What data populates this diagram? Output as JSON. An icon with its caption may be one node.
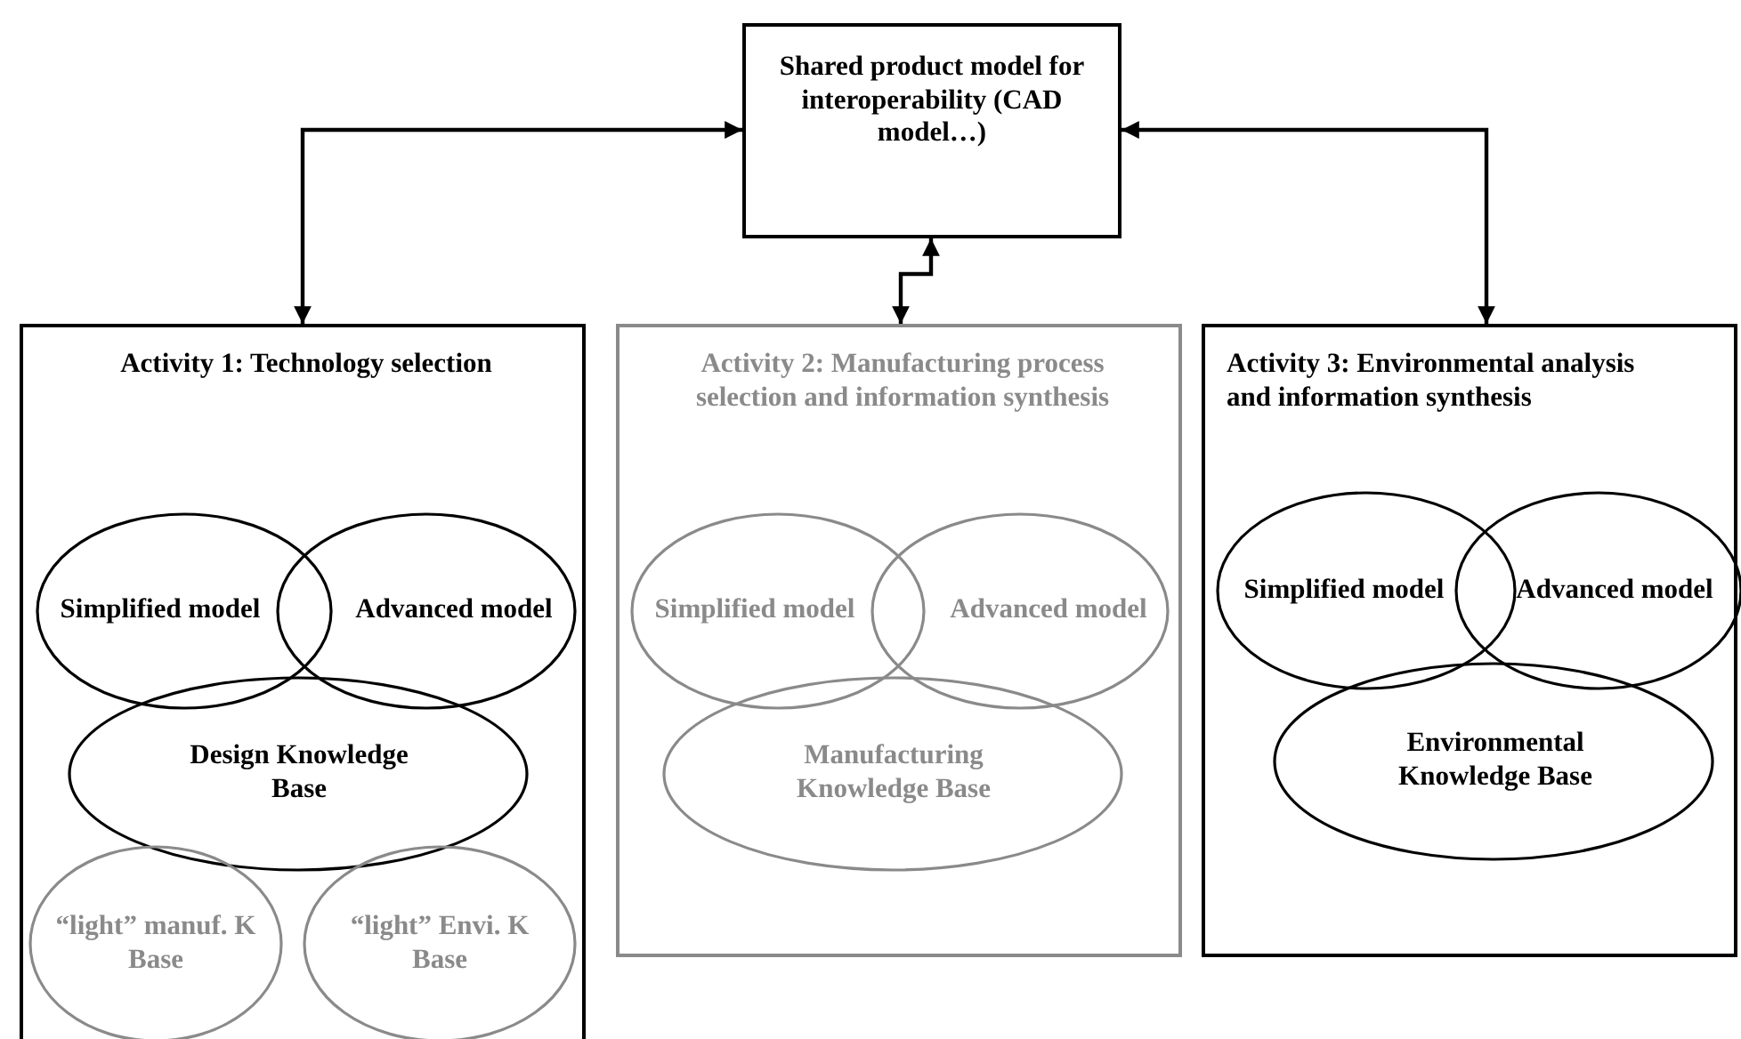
{
  "diagram": {
    "nodes": [
      {
        "text": [
          "Shared product model for interoperability (CAD model…)"
        ]
      },
      {
        "text": [
          "Activity 1: Technology selection"
        ]
      },
      {
        "text": [
          "Simplified model"
        ],
        "in": 1
      },
      {
        "text": [
          "Advanced model"
        ],
        "in": 1
      },
      {
        "text": [
          "Design Knowledge Base"
        ],
        "in": 1
      },
      {
        "text": [
          "“light” manuf. K Base"
        ],
        "in": 1
      },
      {
        "text": [
          "“light” Envi. K Base"
        ],
        "in": 1
      },
      {
        "text": [
          "Activity 2: Manufacturing process selection and information synthesis"
        ]
      },
      {
        "text": [
          "Simplified model"
        ],
        "in": 7
      },
      {
        "text": [
          "Advanced model"
        ],
        "in": 7
      },
      {
        "text": [
          "Manufacturing Knowledge Base"
        ],
        "in": 7
      },
      {
        "text": [
          "Activity 3: Environmental analysis and information synthesis"
        ]
      },
      {
        "text": [
          "Simplified model"
        ],
        "in": 11
      },
      {
        "text": [
          "Advanced model"
        ],
        "in": 11
      },
      {
        "text": [
          "Environmental Knowledge Base"
        ],
        "in": 11
      }
    ],
    "edges": [
      {
        "from": 0,
        "to": 1,
        "arrow": "both"
      },
      {
        "from": 0,
        "to": 7,
        "arrow": "both"
      },
      {
        "from": 0,
        "to": 11,
        "arrow": "both"
      }
    ]
  }
}
